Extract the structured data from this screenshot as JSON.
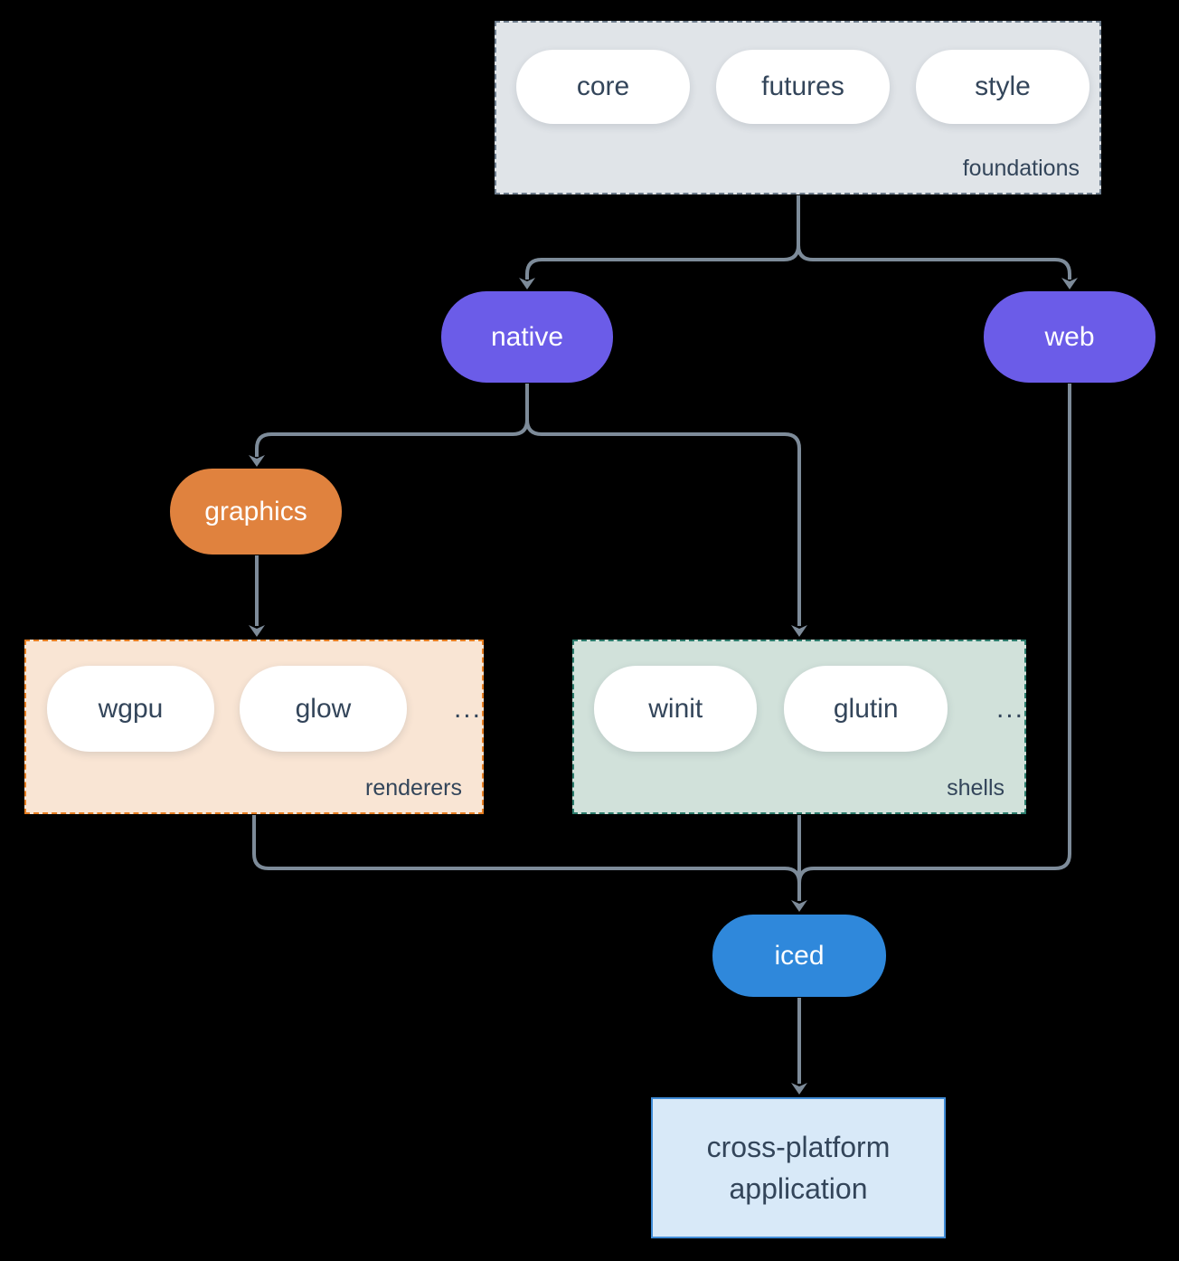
{
  "background_color": "#000000",
  "connector_color": "#7d8b99",
  "text_color": "#33455a",
  "groups": {
    "foundations": {
      "label": "foundations",
      "items": [
        "core",
        "futures",
        "style"
      ],
      "bg": "#e0e4e8",
      "border": "#6e7d8d"
    },
    "renderers": {
      "label": "renderers",
      "items": [
        "wgpu",
        "glow"
      ],
      "ellipsis": "...",
      "bg": "#f9e5d4",
      "border": "#e67e22"
    },
    "shells": {
      "label": "shells",
      "items": [
        "winit",
        "glutin"
      ],
      "ellipsis": "...",
      "bg": "#d1e1da",
      "border": "#2b7c6c"
    }
  },
  "nodes": {
    "native": {
      "label": "native",
      "bg": "#6b5ce8",
      "text": "#ffffff"
    },
    "web": {
      "label": "web",
      "bg": "#6b5ce8",
      "text": "#ffffff"
    },
    "graphics": {
      "label": "graphics",
      "bg": "#e0823e",
      "text": "#ffffff"
    },
    "iced": {
      "label": "iced",
      "bg": "#2f88db",
      "text": "#ffffff"
    },
    "application": {
      "label": "cross-platform application",
      "bg": "#d8e9f8",
      "border": "#3f8bd6"
    }
  },
  "edges": [
    "foundations -> native",
    "foundations -> web",
    "native -> graphics",
    "native -> shells",
    "graphics -> renderers",
    "renderers -> iced",
    "shells -> iced",
    "web -> iced",
    "iced -> application"
  ]
}
